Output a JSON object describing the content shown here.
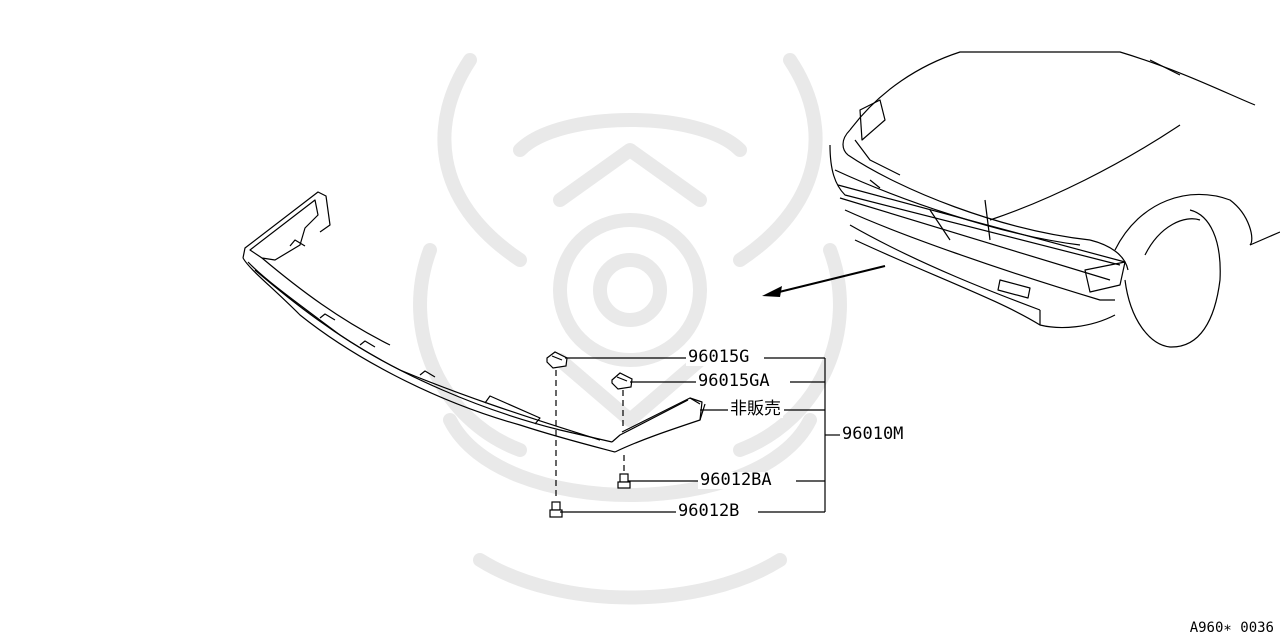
{
  "diagram": {
    "callouts": [
      {
        "id": "c1",
        "part_number": "96015G"
      },
      {
        "id": "c2",
        "part_number": "96015GA"
      },
      {
        "id": "c3",
        "part_number": "非販売"
      },
      {
        "id": "c4",
        "part_number": "96012BA"
      },
      {
        "id": "c5",
        "part_number": "96012B"
      },
      {
        "id": "c6",
        "part_number": "96010M"
      }
    ],
    "diagram_code": "A960∗ 0036",
    "watermark": "samurai-helmet-logo",
    "colors": {
      "line": "#000000",
      "watermark": "#ececec",
      "background": "#ffffff"
    }
  }
}
